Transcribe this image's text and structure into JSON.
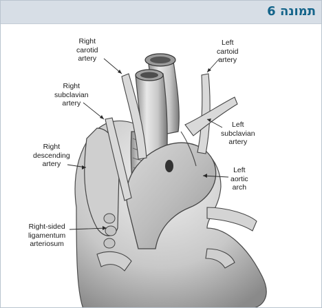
{
  "header": {
    "title": "תמונה 6"
  },
  "figure": {
    "labels": {
      "right_carotid": [
        "Right",
        "carotid",
        "artery"
      ],
      "left_carotid": [
        "Left",
        "cartoid",
        "artery"
      ],
      "right_subclavian": [
        "Right",
        "subclavian",
        "artery"
      ],
      "left_subclavian": [
        "Left",
        "subclavian",
        "artery"
      ],
      "right_descending": [
        "Right",
        "descending",
        "artery"
      ],
      "left_aortic_arch": [
        "Left",
        "aortic",
        "arch"
      ],
      "ligamentum": [
        "Right-sided",
        "ligamentum",
        "arteriosum"
      ]
    }
  }
}
